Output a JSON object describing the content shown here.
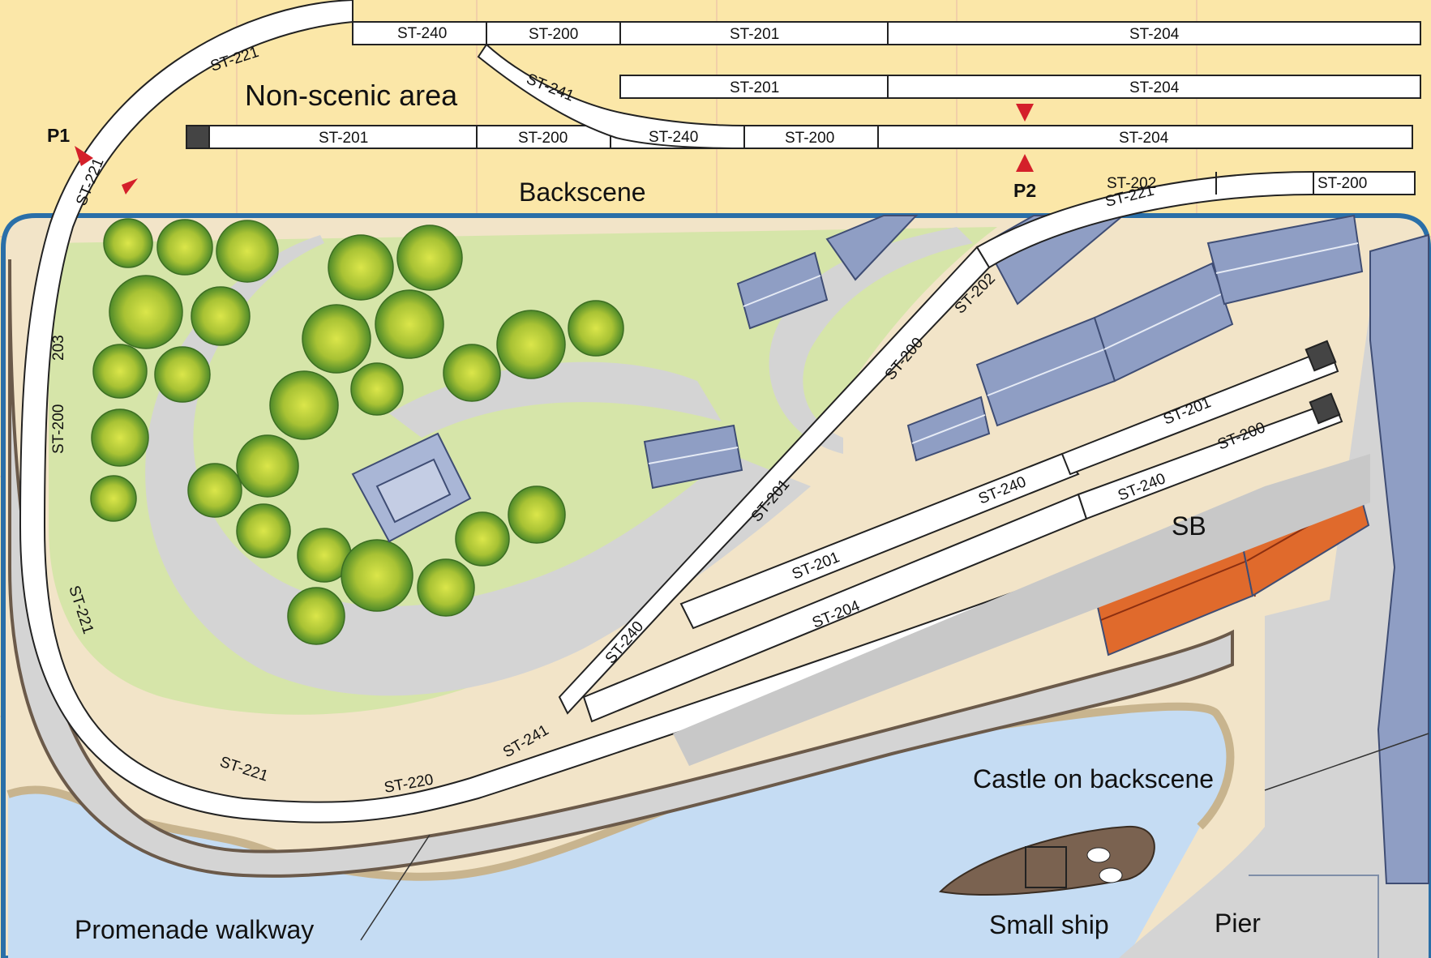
{
  "areas": {
    "non_scenic": "Non-scenic area",
    "backscene": "Backscene",
    "promenade": "Promenade walkway",
    "castle": "Castle on backscene",
    "ship": "Small ship",
    "pier": "Pier",
    "station_building": "SB"
  },
  "markers": {
    "p1": "P1",
    "p2": "P2"
  },
  "tracks": {
    "top_240": "ST-240",
    "top_200": "ST-200",
    "top_201": "ST-201",
    "top_204": "ST-204",
    "row2_201": "ST-201",
    "row2_204": "ST-204",
    "row3_201": "ST-201",
    "row3_200": "ST-200",
    "row3_240": "ST-240",
    "row3_200b": "ST-200",
    "row3_204": "ST-204",
    "curve_221a": "ST-221",
    "turnout_241": "ST-241",
    "curve_221b": "ST-221",
    "right_221": "ST-221",
    "right_202": "ST-202",
    "right_200": "ST-200",
    "left_203": "203",
    "left_200": "ST-200",
    "left_221": "ST-221",
    "bottom_221": "ST-221",
    "bottom_220": "ST-220",
    "bottom_241": "ST-241",
    "diag_240": "ST-240",
    "diag_201": "ST-201",
    "diag_200": "ST-200",
    "diag_202": "ST-202",
    "mid_201": "ST-201",
    "mid_204": "ST-204",
    "mid_240": "ST-240",
    "stn_201": "ST-201",
    "stn_200": "ST-200",
    "stn_240": "ST-240"
  },
  "colors": {
    "sand": "#fbe7a8",
    "green": "#d6e5a9",
    "water": "#c5dcf3",
    "road": "#d9d9d9",
    "building": "#8f9ec4",
    "building_top": "#c4cde4",
    "station": "#e06a2c",
    "border": "#2a6fa8"
  }
}
